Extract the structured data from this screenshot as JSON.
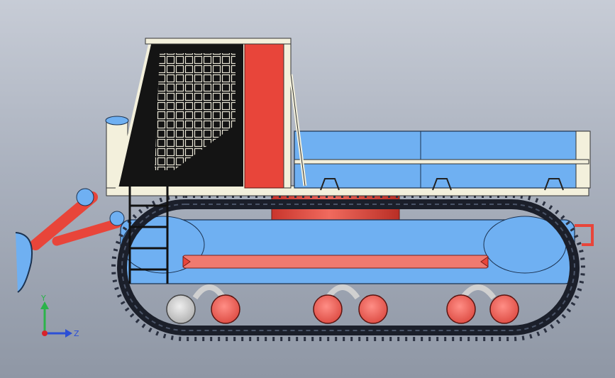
{
  "view": {
    "type": "CAD side view",
    "background_top": "#c7ccd6",
    "background_bottom": "#8f97a5"
  },
  "triad": {
    "y_label": "Y",
    "z_label": "Z",
    "y_color": "#2bb34a",
    "z_color": "#2c4fd6",
    "x_color": "#d8232a"
  },
  "colors": {
    "body_blue": "#6fb0f2",
    "accent_red": "#e8453a",
    "cab_frame": "#f3f0dc",
    "cab_dark": "#1c1c1c",
    "track": "#1b1f2a",
    "wheel_red": "#f0645c",
    "wheel_gray": "#cfcfcf"
  }
}
